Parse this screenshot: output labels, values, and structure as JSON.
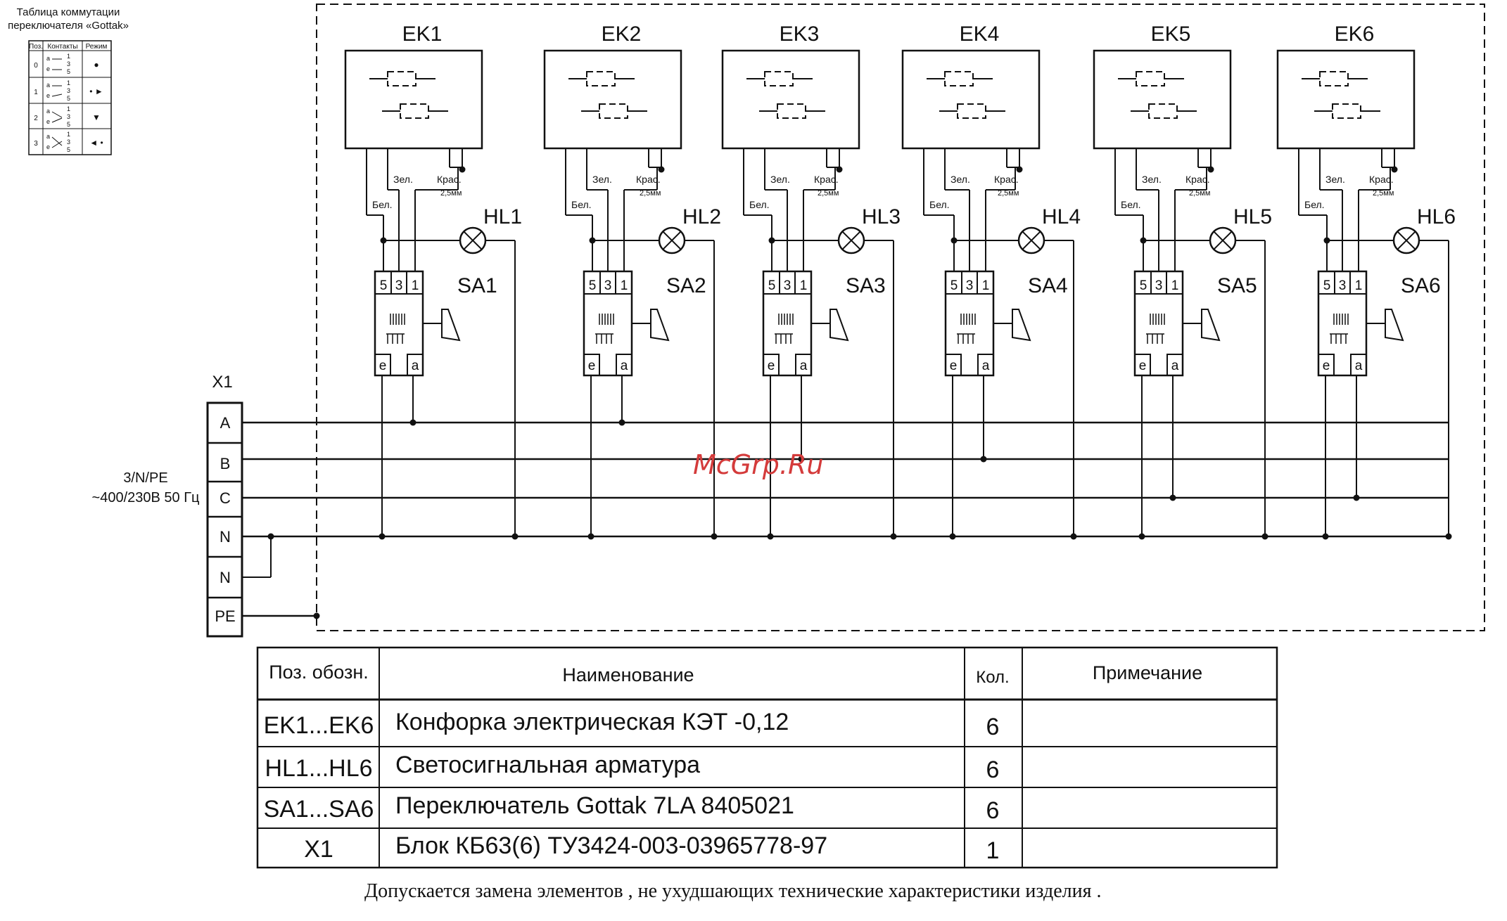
{
  "commutation_table": {
    "title_line1": "Таблица коммутации",
    "title_line2": "переключателя «Gottak»",
    "headers": [
      "Поз.",
      "Контакты",
      "Режим"
    ],
    "rows": [
      {
        "pos": "0",
        "mode": "●"
      },
      {
        "pos": "1",
        "mode": "• ►"
      },
      {
        "pos": "2",
        "mode": "▼"
      },
      {
        "pos": "3",
        "mode": "◄ •"
      }
    ],
    "contact_labels": {
      "a": "a",
      "e": "e",
      "c1": "1",
      "c3": "3",
      "c5": "5"
    }
  },
  "burners": [
    {
      "ek": "EK1",
      "hl": "HL1",
      "sa": "SA1"
    },
    {
      "ek": "EK2",
      "hl": "HL2",
      "sa": "SA2"
    },
    {
      "ek": "EK3",
      "hl": "HL3",
      "sa": "SA3"
    },
    {
      "ek": "EK4",
      "hl": "HL4",
      "sa": "SA4"
    },
    {
      "ek": "EK5",
      "hl": "HL5",
      "sa": "SA5"
    },
    {
      "ek": "EK6",
      "hl": "HL6",
      "sa": "SA6"
    }
  ],
  "wire_labels": {
    "white": "Бел.",
    "green": "Зел.",
    "red": "Крас.",
    "red_size": "2,5мм"
  },
  "switch_terminals": {
    "t5": "5",
    "t3": "3",
    "t1": "1",
    "te": "e",
    "ta": "a"
  },
  "terminal_block": {
    "name": "X1",
    "terminals": [
      "A",
      "B",
      "C",
      "N",
      "N",
      "PE"
    ],
    "supply_line1": "3/N/PE",
    "supply_line2": "~400/230В 50 Гц"
  },
  "watermark": "McGrp.Ru",
  "parts_table": {
    "headers": {
      "pos": "Поз. обозн.",
      "name": "Наименование",
      "qty": "Кол.",
      "note": "Примечание"
    },
    "rows": [
      {
        "pos": "EK1...EK6",
        "name": "Конфорка электрическая КЭТ -0,12",
        "qty": "6",
        "note": ""
      },
      {
        "pos": "HL1...HL6",
        "name": "Светосигнальная арматура",
        "qty": "6",
        "note": ""
      },
      {
        "pos": "SA1...SA6",
        "name": "Переключатель Gottak  7LA 8405021",
        "qty": "6",
        "note": ""
      },
      {
        "pos": "X1",
        "name": "Блок КБ63(6) ТУ3424-003-03965778-97",
        "qty": "1",
        "note": ""
      }
    ]
  },
  "footnote": "Допускается замена элементов  , не ухудшающих технические характеристики изделия   ."
}
